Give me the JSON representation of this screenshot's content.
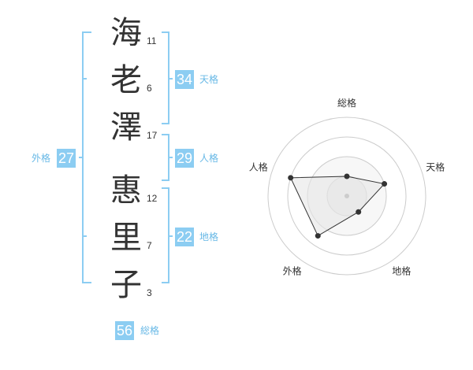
{
  "characters": [
    {
      "char": "海",
      "strokes": "11"
    },
    {
      "char": "老",
      "strokes": "6"
    },
    {
      "char": "澤",
      "strokes": "17"
    },
    {
      "char": "惠",
      "strokes": "12"
    },
    {
      "char": "里",
      "strokes": "7"
    },
    {
      "char": "子",
      "strokes": "3"
    }
  ],
  "kaku": {
    "tenkaku": {
      "label": "天格",
      "value": "34"
    },
    "jinkaku": {
      "label": "人格",
      "value": "29"
    },
    "chikaku": {
      "label": "地格",
      "value": "22"
    },
    "gaikaku": {
      "label": "外格",
      "value": "27"
    },
    "soukaku": {
      "label": "総格",
      "value": "56"
    }
  },
  "colors": {
    "bracket": "#8ccdf2",
    "badge": "#8ccdf2",
    "label": "#67b8e6",
    "text": "#333333"
  },
  "chart_data": {
    "type": "radar",
    "axes": [
      "総格",
      "天格",
      "地格",
      "外格",
      "人格"
    ],
    "levels": 4,
    "max": 4,
    "values": [
      1,
      2,
      1,
      2.5,
      3
    ]
  }
}
